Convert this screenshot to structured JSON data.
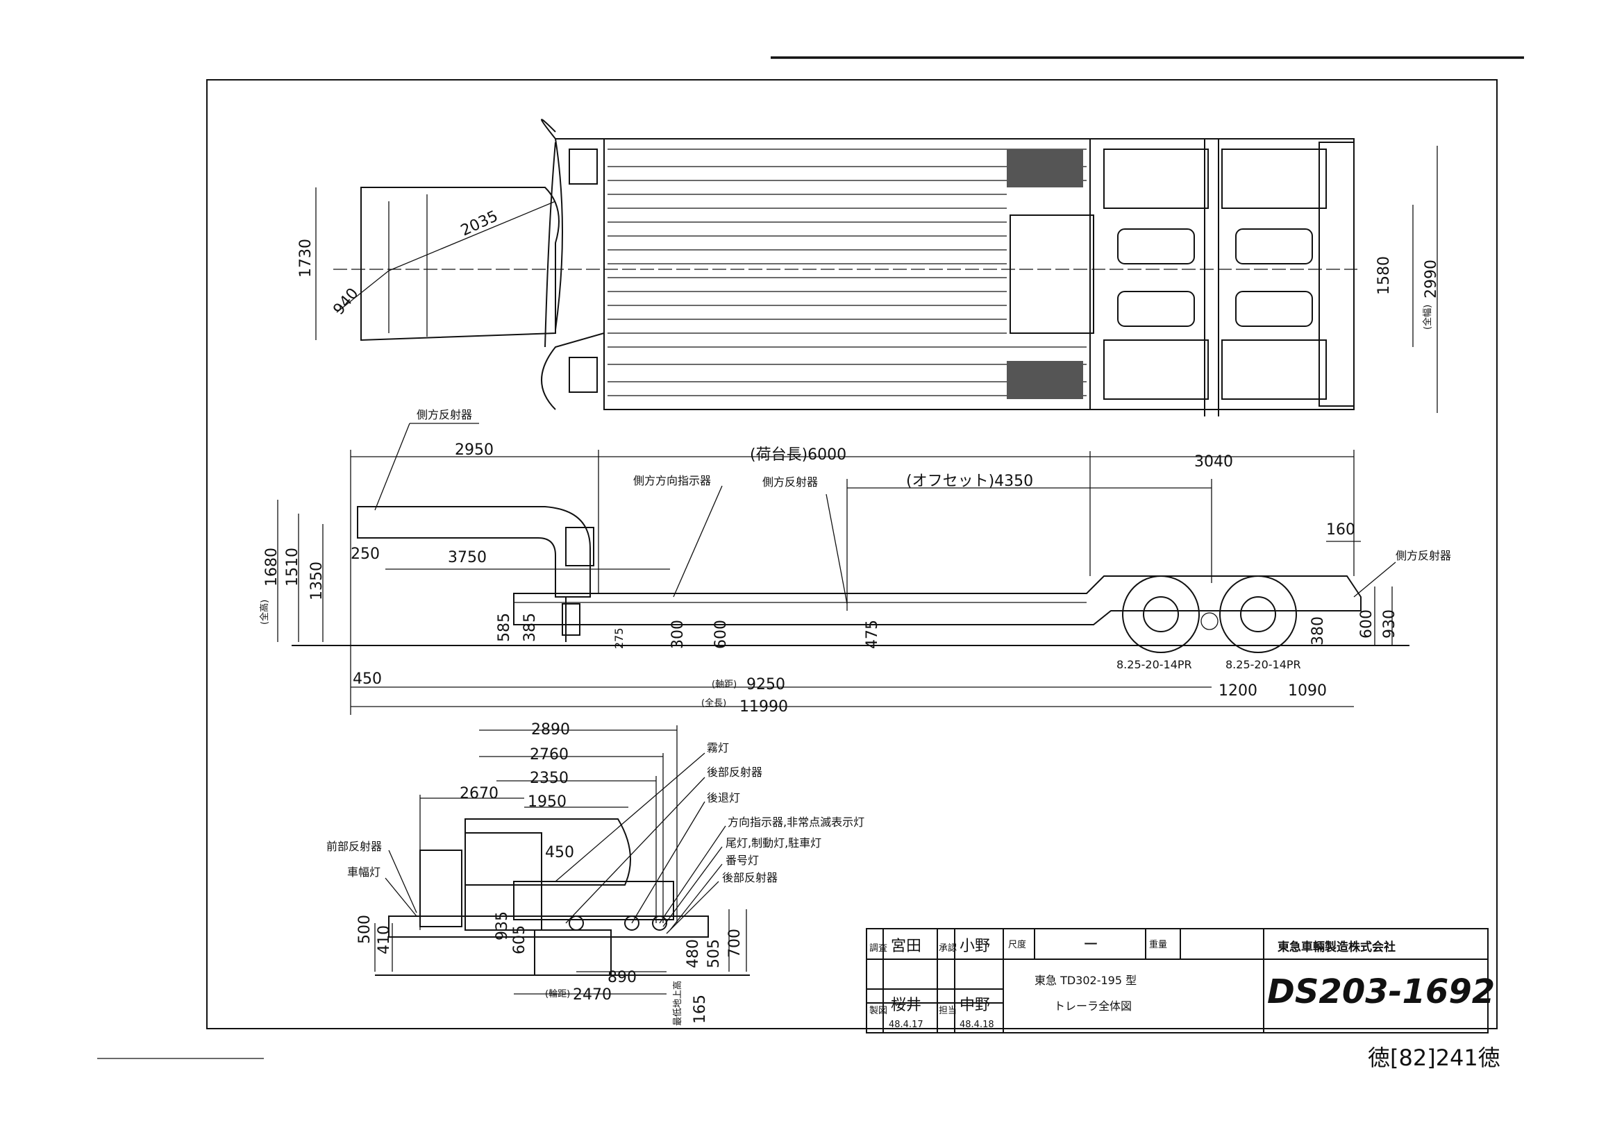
{
  "top_view": {
    "dims": [
      "2035",
      "1730",
      "940",
      "1580",
      "2990"
    ],
    "total_width_tag": "(全幅)"
  },
  "side_view": {
    "dims": [
      "2950",
      "(荷台長)6000",
      "3040",
      "(オフセット)4350",
      "160",
      "250",
      "3750",
      "1680",
      "1510",
      "1350",
      "585",
      "385",
      "275",
      "300",
      "600",
      "475",
      "380",
      "600",
      "930",
      "450",
      "9250",
      "1200",
      "1090",
      "11990"
    ],
    "height_tag": "(全高)",
    "wheelbase_tag": "(軸距)",
    "length_tag": "(全長)",
    "tire_1": "8.25-20-14PR",
    "tire_2": "8.25-20-14PR",
    "labels": {
      "side_reflector_front": "側方反射器",
      "side_turn": "側方方向指示器",
      "side_reflector_mid": "側方反射器",
      "side_reflector_rear": "側方反射器"
    }
  },
  "rear_view": {
    "dims": [
      "2890",
      "2760",
      "2350",
      "2670",
      "1950",
      "450",
      "500",
      "410",
      "935",
      "605",
      "480",
      "505",
      "700",
      "890",
      "2470",
      "165"
    ],
    "track_tag": "(輪距)",
    "labels": {
      "front_reflector": "前部反射器",
      "width_lamp": "車幅灯",
      "clearance": "霧灯",
      "rear_reflector": "後部反射器",
      "backup": "後退灯",
      "turn": "方向指示器,非常点滅表示灯",
      "tail_brake": "尾灯,制動灯,駐車灯",
      "plate_lamp": "番号灯",
      "rear_reflector_2": "後部反射器",
      "ground_clearance": "最低地上高"
    }
  },
  "title_block": {
    "company": "東急車輛製造株式会社",
    "rows": {
      "survey": "調査",
      "approve": "承認",
      "scale": "尺度",
      "scale_value": "ー",
      "weight": "重量",
      "draft": "製図",
      "check": "担当"
    },
    "signatures": {
      "survey": "宮田",
      "approve": "小野",
      "draft": "桜井",
      "draft_date": "48.4.17",
      "check": "中野",
      "check_date": "48.4.18"
    },
    "model": "東急 TD302-195 型",
    "title": "トレーラ全体図",
    "drawing_no": "DS203-1692"
  },
  "footer_stamp": "徳[82]241徳"
}
